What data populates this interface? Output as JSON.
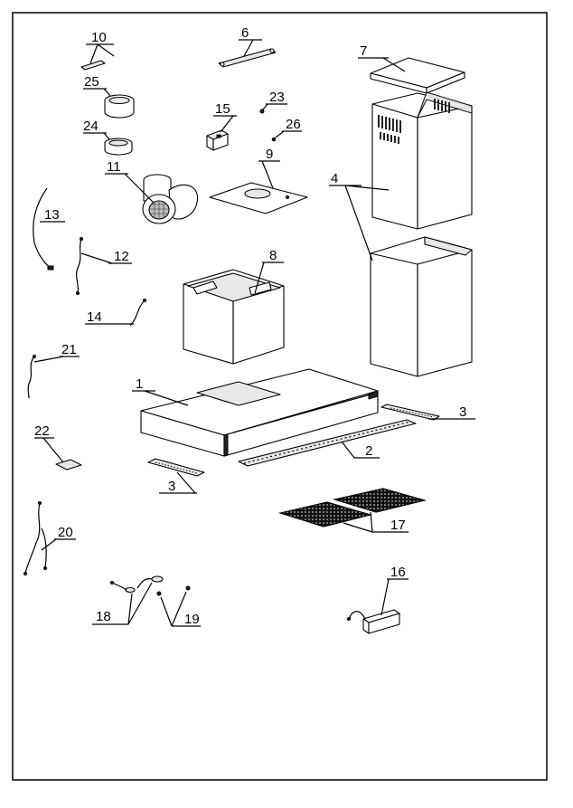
{
  "labels": {
    "p1": "1",
    "p2": "2",
    "p3a": "3",
    "p3b": "3",
    "p4": "4",
    "p6": "6",
    "p7": "7",
    "p8": "8",
    "p9": "9",
    "p10": "10",
    "p11": "11",
    "p12": "12",
    "p13": "13",
    "p14": "14",
    "p15": "15",
    "p16": "16",
    "p17": "17",
    "p18": "18",
    "p19": "19",
    "p20": "20",
    "p21": "21",
    "p22": "22",
    "p23": "23",
    "p24": "24",
    "p25": "25",
    "p26": "26"
  }
}
